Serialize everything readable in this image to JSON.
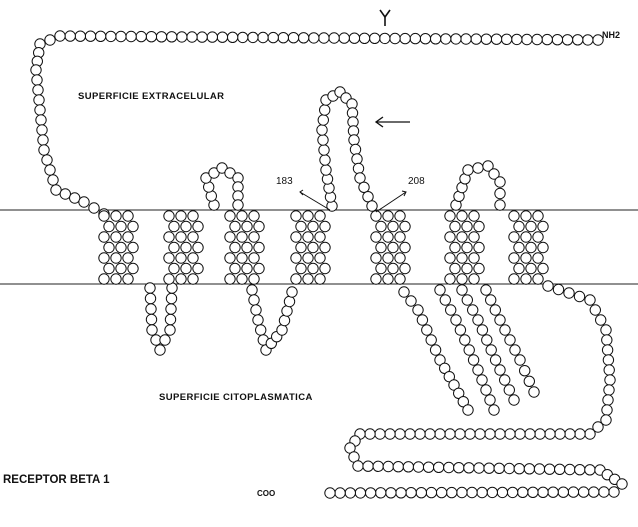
{
  "labels": {
    "extracellular": "SUPERFICIE EXTRACELULAR",
    "cytoplasmic": "SUPERFICIE CITOPLASMATICA",
    "title": "RECEPTOR BETA 1",
    "marker_183": "183",
    "marker_208": "208",
    "n_terminus": "NH2",
    "c_terminus": "COO"
  },
  "colors": {
    "ink": "#111111",
    "background": "#ffffff"
  },
  "icons": {
    "glycosylation": "y-glycosylation-icon",
    "arrow": "left-arrow-icon"
  },
  "helix_count": 7
}
